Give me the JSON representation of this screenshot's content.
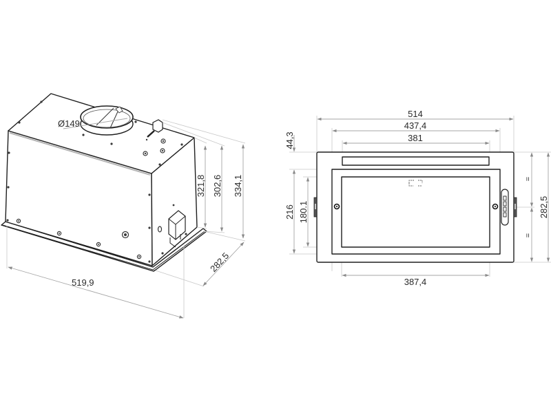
{
  "drawing": {
    "subject": "Built-in cooker hood insert - technical dimension drawing",
    "background_color": "#ffffff",
    "line_color": "#1e1e1e",
    "dimension_line_color": "#a6a6a6",
    "text_color": "#2a2a2a"
  },
  "isometric_view": {
    "duct_diameter_label": "Ø149",
    "width_label": "519,9",
    "depth_label": "282,5",
    "height_labels": {
      "body_height": "321,8",
      "mid_height": "302,6",
      "total_height": "334,1"
    }
  },
  "front_view": {
    "overall_width_label": "514",
    "panel_width_label": "437,4",
    "slot_width_label": "381",
    "filter_width_label": "387,4",
    "top_offset_label": "44,3",
    "panel_height_label": "216",
    "filter_height_label": "180.1",
    "overall_depth_label": "282,5",
    "equal_mark_top": "=",
    "equal_mark_bottom": "="
  }
}
